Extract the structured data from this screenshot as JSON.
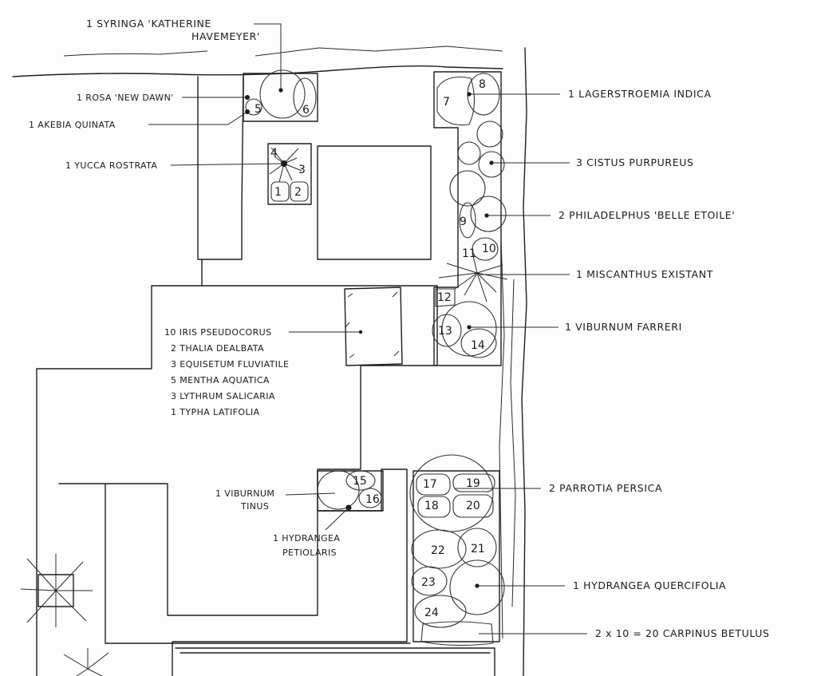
{
  "labels": {
    "syringa": {
      "line1": "1 SYRINGA 'KATHERINE",
      "line2": "HAVEMEYER'"
    },
    "rosa": "1 ROSA 'NEW DAWN'",
    "akebia": "1 AKEBIA QUINATA",
    "yucca": "1 YUCCA ROSTRATA",
    "lagerstroemia": "1 LAGERSTROEMIA INDICA",
    "cistus": "3 CISTUS PURPUREUS",
    "philadelphus": "2 PHILADELPHUS 'BELLE ETOILE'",
    "miscanthus": "1 MISCANTHUS EXISTANT",
    "viburnum_farreri": "1 VIBURNUM FARRERI",
    "pond_list": [
      "10 IRIS PSEUDOCORUS",
      "2 THALIA DEALBATA",
      "3 EQUISETUM FLUVIATILE",
      "5 MENTHA AQUATICA",
      "3 LYTHRUM SALICARIA",
      "1 TYPHA LATIFOLIA"
    ],
    "viburnum_tinus": {
      "line1": "1 VIBURNUM",
      "line2": "TINUS"
    },
    "hydrangea_petiolaris": {
      "line1": "1 HYDRANGEA",
      "line2": "PETIOLARIS"
    },
    "parrotia": "2 PARROTIA PERSICA",
    "hydrangea_quercifolia": "1 HYDRANGEA QUERCIFOLIA",
    "carpinus": "2 x 10 = 20 CARPINUS BETULUS"
  },
  "plant_numbers": [
    "1",
    "2",
    "3",
    "4",
    "5",
    "6",
    "7",
    "8",
    "9",
    "10",
    "11",
    "12",
    "13",
    "14",
    "15",
    "16",
    "17",
    "19",
    "18",
    "20",
    "22",
    "21",
    "23",
    "24"
  ]
}
